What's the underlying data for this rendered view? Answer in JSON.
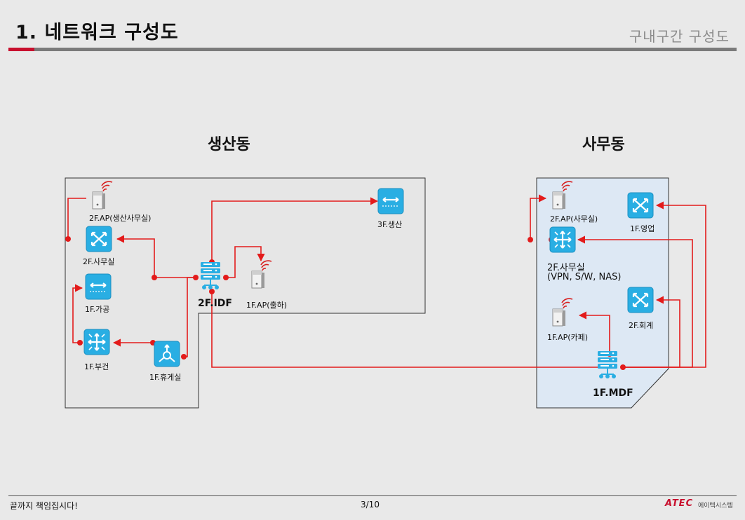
{
  "header": {
    "title": "1. 네트워크 구성도",
    "subtitle": "구내구간 구성도"
  },
  "groups": {
    "production": "생산동",
    "office": "사무동"
  },
  "devices": {
    "ap_prod_office": "2F.AP(생산사무실)",
    "sw_2f_office": "2F.사무실",
    "sw_1f_processing": "1F.가공",
    "router_1f_bugeon": "1F.부건",
    "router_1f_lounge": "1F.휴게실",
    "idf_2f": "2F.IDF",
    "ap_1f_shipping": "1F.AP(출하)",
    "sw_3f_production": "3F.생산",
    "ap_2f_office": "2F.AP(사무실)",
    "sw_1f_sales": "1F.영업",
    "core_2f_office": "2F.사무실",
    "core_2f_office_sub": "(VPN, S/W, NAS)",
    "sw_2f_accounting": "2F.회계",
    "ap_1f_cafe": "1F.AP(카페)",
    "mdf_1f": "1F.MDF"
  },
  "colors": {
    "accent": "#c8102e",
    "link": "#e31b1b",
    "device": "#29aee3",
    "prod_bg": "#e6e6e6",
    "office_bg": "#dde8f4"
  },
  "footer": {
    "left": "끝까지 책임집시다!",
    "page": "3/10",
    "logo": "ATEC",
    "logo_sub": "에이텍시스템"
  }
}
